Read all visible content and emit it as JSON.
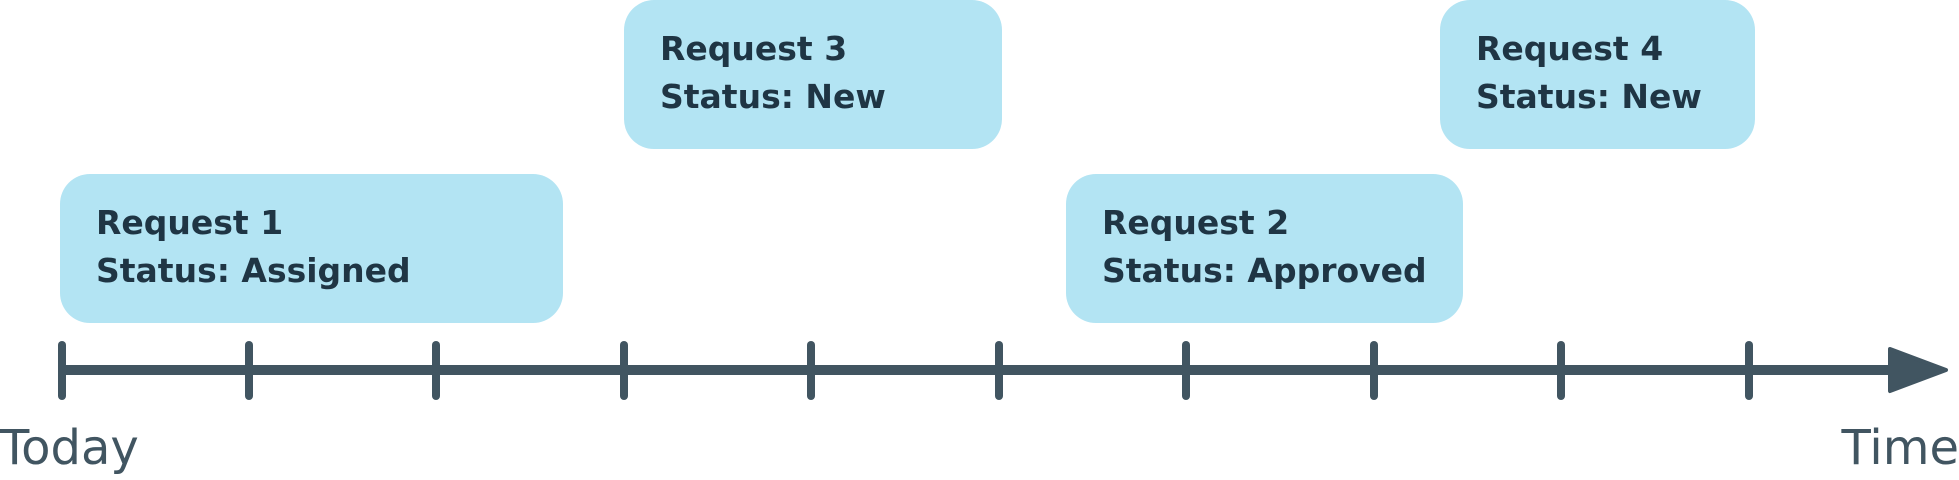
{
  "requests": [
    {
      "title": "Request 1",
      "status": "Status: Assigned"
    },
    {
      "title": "Request 2",
      "status": "Status: Approved"
    },
    {
      "title": "Request 3",
      "status": "Status: New"
    },
    {
      "title": "Request 4",
      "status": "Status: New"
    }
  ],
  "timeline": {
    "start_label": "Today",
    "end_label": "Time"
  },
  "colors": {
    "box_fill": "#b3e4f3",
    "box_text": "#1f3544",
    "axis": "#415561"
  }
}
